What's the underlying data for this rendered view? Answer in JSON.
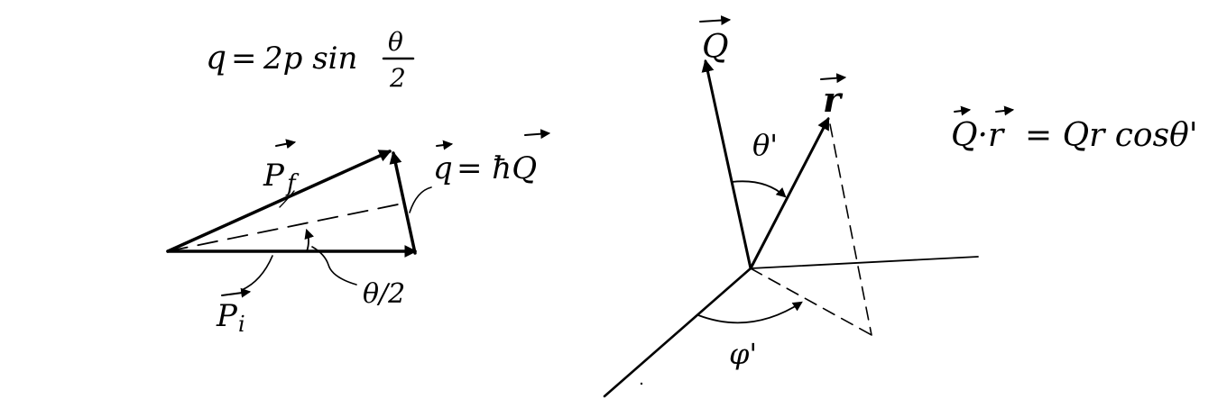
{
  "left_figure": {
    "formula": {
      "lhs": "q",
      "equals": "=",
      "coefficient": "2p sin",
      "fraction_numerator": "θ",
      "fraction_denominator": "2"
    },
    "labels": {
      "p_final": "P",
      "p_final_subscript": "f",
      "p_initial": "P",
      "p_initial_subscript": "i",
      "momentum_transfer": "q",
      "momentum_transfer_rhs": "= ħQ",
      "half_angle": "θ/2"
    }
  },
  "right_figure": {
    "labels": {
      "vector_Q": "Q",
      "vector_r": "r",
      "theta_prime": "θ'",
      "phi_prime": "φ'"
    },
    "formula": {
      "lhs": "Q·r",
      "rhs": "= Qr cosθ'"
    }
  }
}
